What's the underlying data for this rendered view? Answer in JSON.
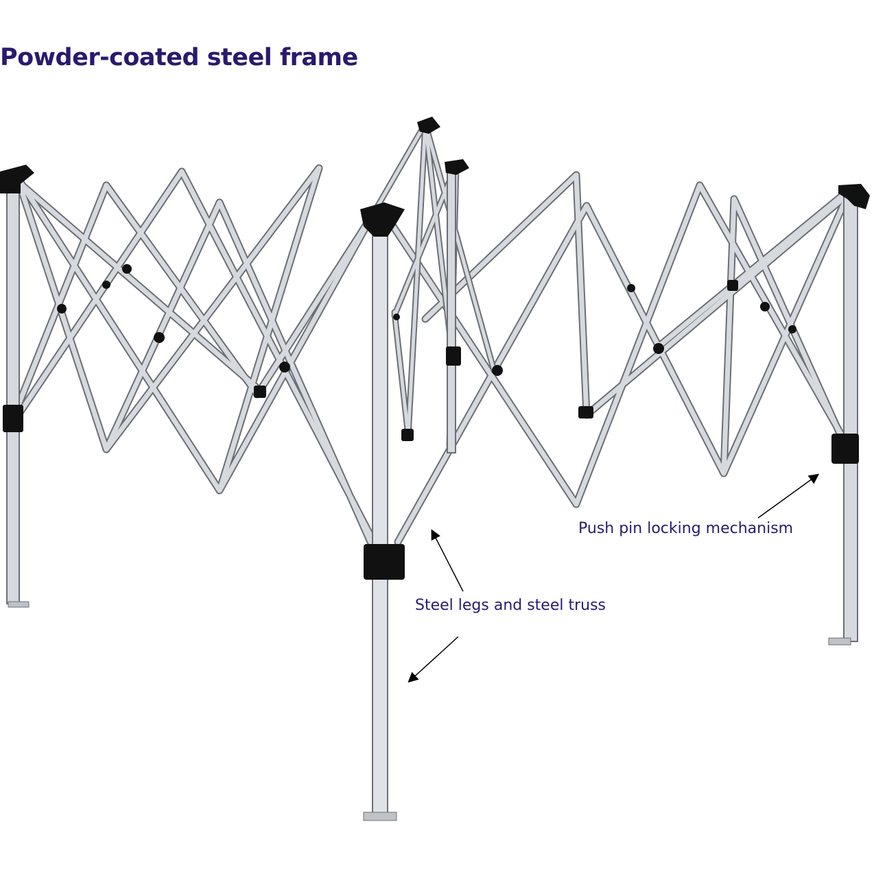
{
  "title": "Powder-coated steel frame",
  "callouts": {
    "push_pin": "Push pin locking mechanism",
    "steel_legs": "Steel legs and steel truss"
  },
  "colors": {
    "title": "#2a1a6e",
    "frame_tube": "#c9cdd2",
    "frame_outline": "#6b6f75",
    "connector": "#111111",
    "arrow": "#000000"
  }
}
